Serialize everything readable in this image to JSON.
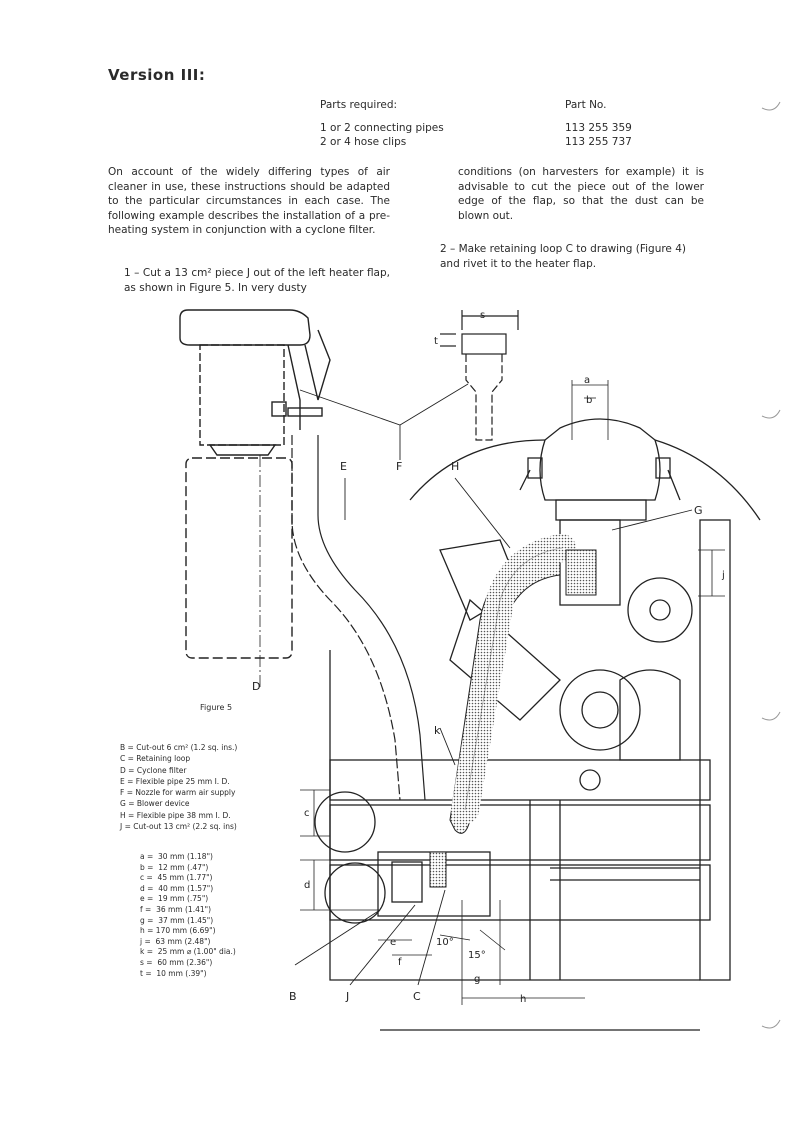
{
  "heading": "Version III:",
  "parts": {
    "label": "Parts required:",
    "partno_label": "Part No.",
    "items": [
      {
        "name": "1 or 2 connecting pipes",
        "number": "113 255 359"
      },
      {
        "name": "2 or 4 hose clips",
        "number": "113 255 737"
      }
    ]
  },
  "intro_text": "On account of the widely differing types of air cleaner in use, these instructions should be adapted to the particular circumstances in each case. The following example describes the installation of a pre-heating system in conjunction with a cyclone filter.",
  "step1": "1 – Cut a 13 cm² piece J out of the left heater flap, as shown in Figure 5. In very dusty",
  "step1_cont": "conditions (on harvesters for example) it is advisable to cut the piece out of the lower edge of the flap, so that the dust can be blown out.",
  "step2": "2 – Make retaining loop C to drawing (Figure 4) and rivet it to the heater flap.",
  "figure_label": "Figure 5",
  "legend": [
    "B = Cut-out 6 cm² (1.2 sq. ins.)",
    "C = Retaining loop",
    "D = Cyclone filter",
    "E = Flexible pipe 25 mm I. D.",
    "F = Nozzle for warm air supply",
    "G = Blower device",
    "H = Flexible pipe 38 mm I. D.",
    "J = Cut-out 13 cm² (2.2 sq. ins)"
  ],
  "dimensions": [
    "a =  30 mm (1.18\")",
    "b =  12 mm (.47\")",
    "c =  45 mm (1.77\")",
    "d =  40 mm (1.57\")",
    "e =  19 mm (.75\")",
    "f =  36 mm (1.41\")",
    "g =  37 mm (1.45\")",
    "h = 170 mm (6.69\")",
    "j =  63 mm (2.48\")",
    "k =  25 mm ⌀ (1.00\" dia.)",
    "s =  60 mm (2.36\")",
    "t =  10 mm (.39\")"
  ],
  "diagram_labels": {
    "E": "E",
    "F": "F",
    "H": "H",
    "G": "G",
    "D": "D",
    "B": "B",
    "J": "J",
    "C": "C",
    "k": "k",
    "a": "a",
    "b": "b",
    "c": "c",
    "d": "d",
    "e": "e",
    "f": "f",
    "g": "g",
    "h": "h",
    "j": "j",
    "s": "s",
    "t": "t",
    "angle10": "10°",
    "angle15": "15°"
  }
}
